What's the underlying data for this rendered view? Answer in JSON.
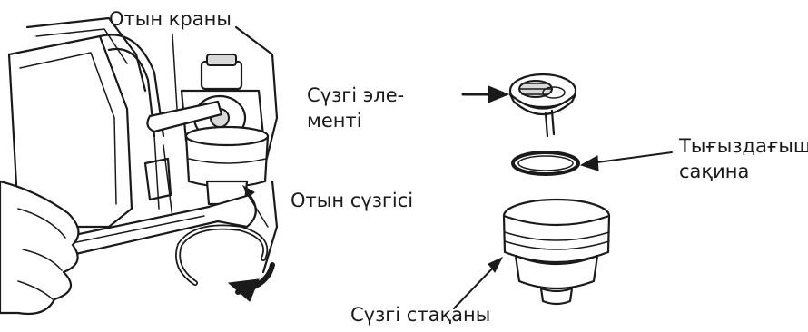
{
  "labels": {
    "fuel_valve": "Отын краны",
    "filter_element_line1": "Сүзгі эле-",
    "filter_element_line2": "менті",
    "fuel_filter": "Отын сүзгісі",
    "sealing_ring_line1": "Тығыздағыш",
    "sealing_ring_line2": "сақина",
    "filter_cup": "Сүзгі стақаны"
  }
}
